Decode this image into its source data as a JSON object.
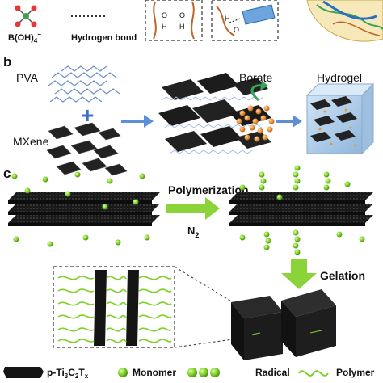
{
  "panel_a": {
    "borate_label": "B(OH)",
    "borate_sub": "4",
    "borate_sup": "−",
    "hbond_label": "Hydrogen bond",
    "atom_o": "O",
    "atom_h": "H"
  },
  "panel_b": {
    "letter": "b",
    "pva_label": "PVA",
    "mxene_label": "MXene",
    "borate_label": "Borate",
    "hydrogel_label": "Hydrogel"
  },
  "panel_c": {
    "letter": "c",
    "polymerization_label": "Polymerization",
    "gas_label": "N",
    "gas_sub": "2",
    "gelation_label": "Gelation",
    "legend": {
      "mxene_prefix": "p-Ti",
      "mxene_sub1": "3",
      "mxene_mid": "C",
      "mxene_sub2": "2",
      "mxene_t": "T",
      "mxene_sub3": "x",
      "monomer_label": "Monomer",
      "radical_label": "Radical",
      "polymer_label": "Polymer"
    }
  },
  "colors": {
    "sheet": "#1a1a1a",
    "monomer": "#7fd12a",
    "borate": "#e8963c",
    "arrow_green": "#8ad43a",
    "arrow_blue": "#5b8fd6",
    "text": "#111111"
  }
}
